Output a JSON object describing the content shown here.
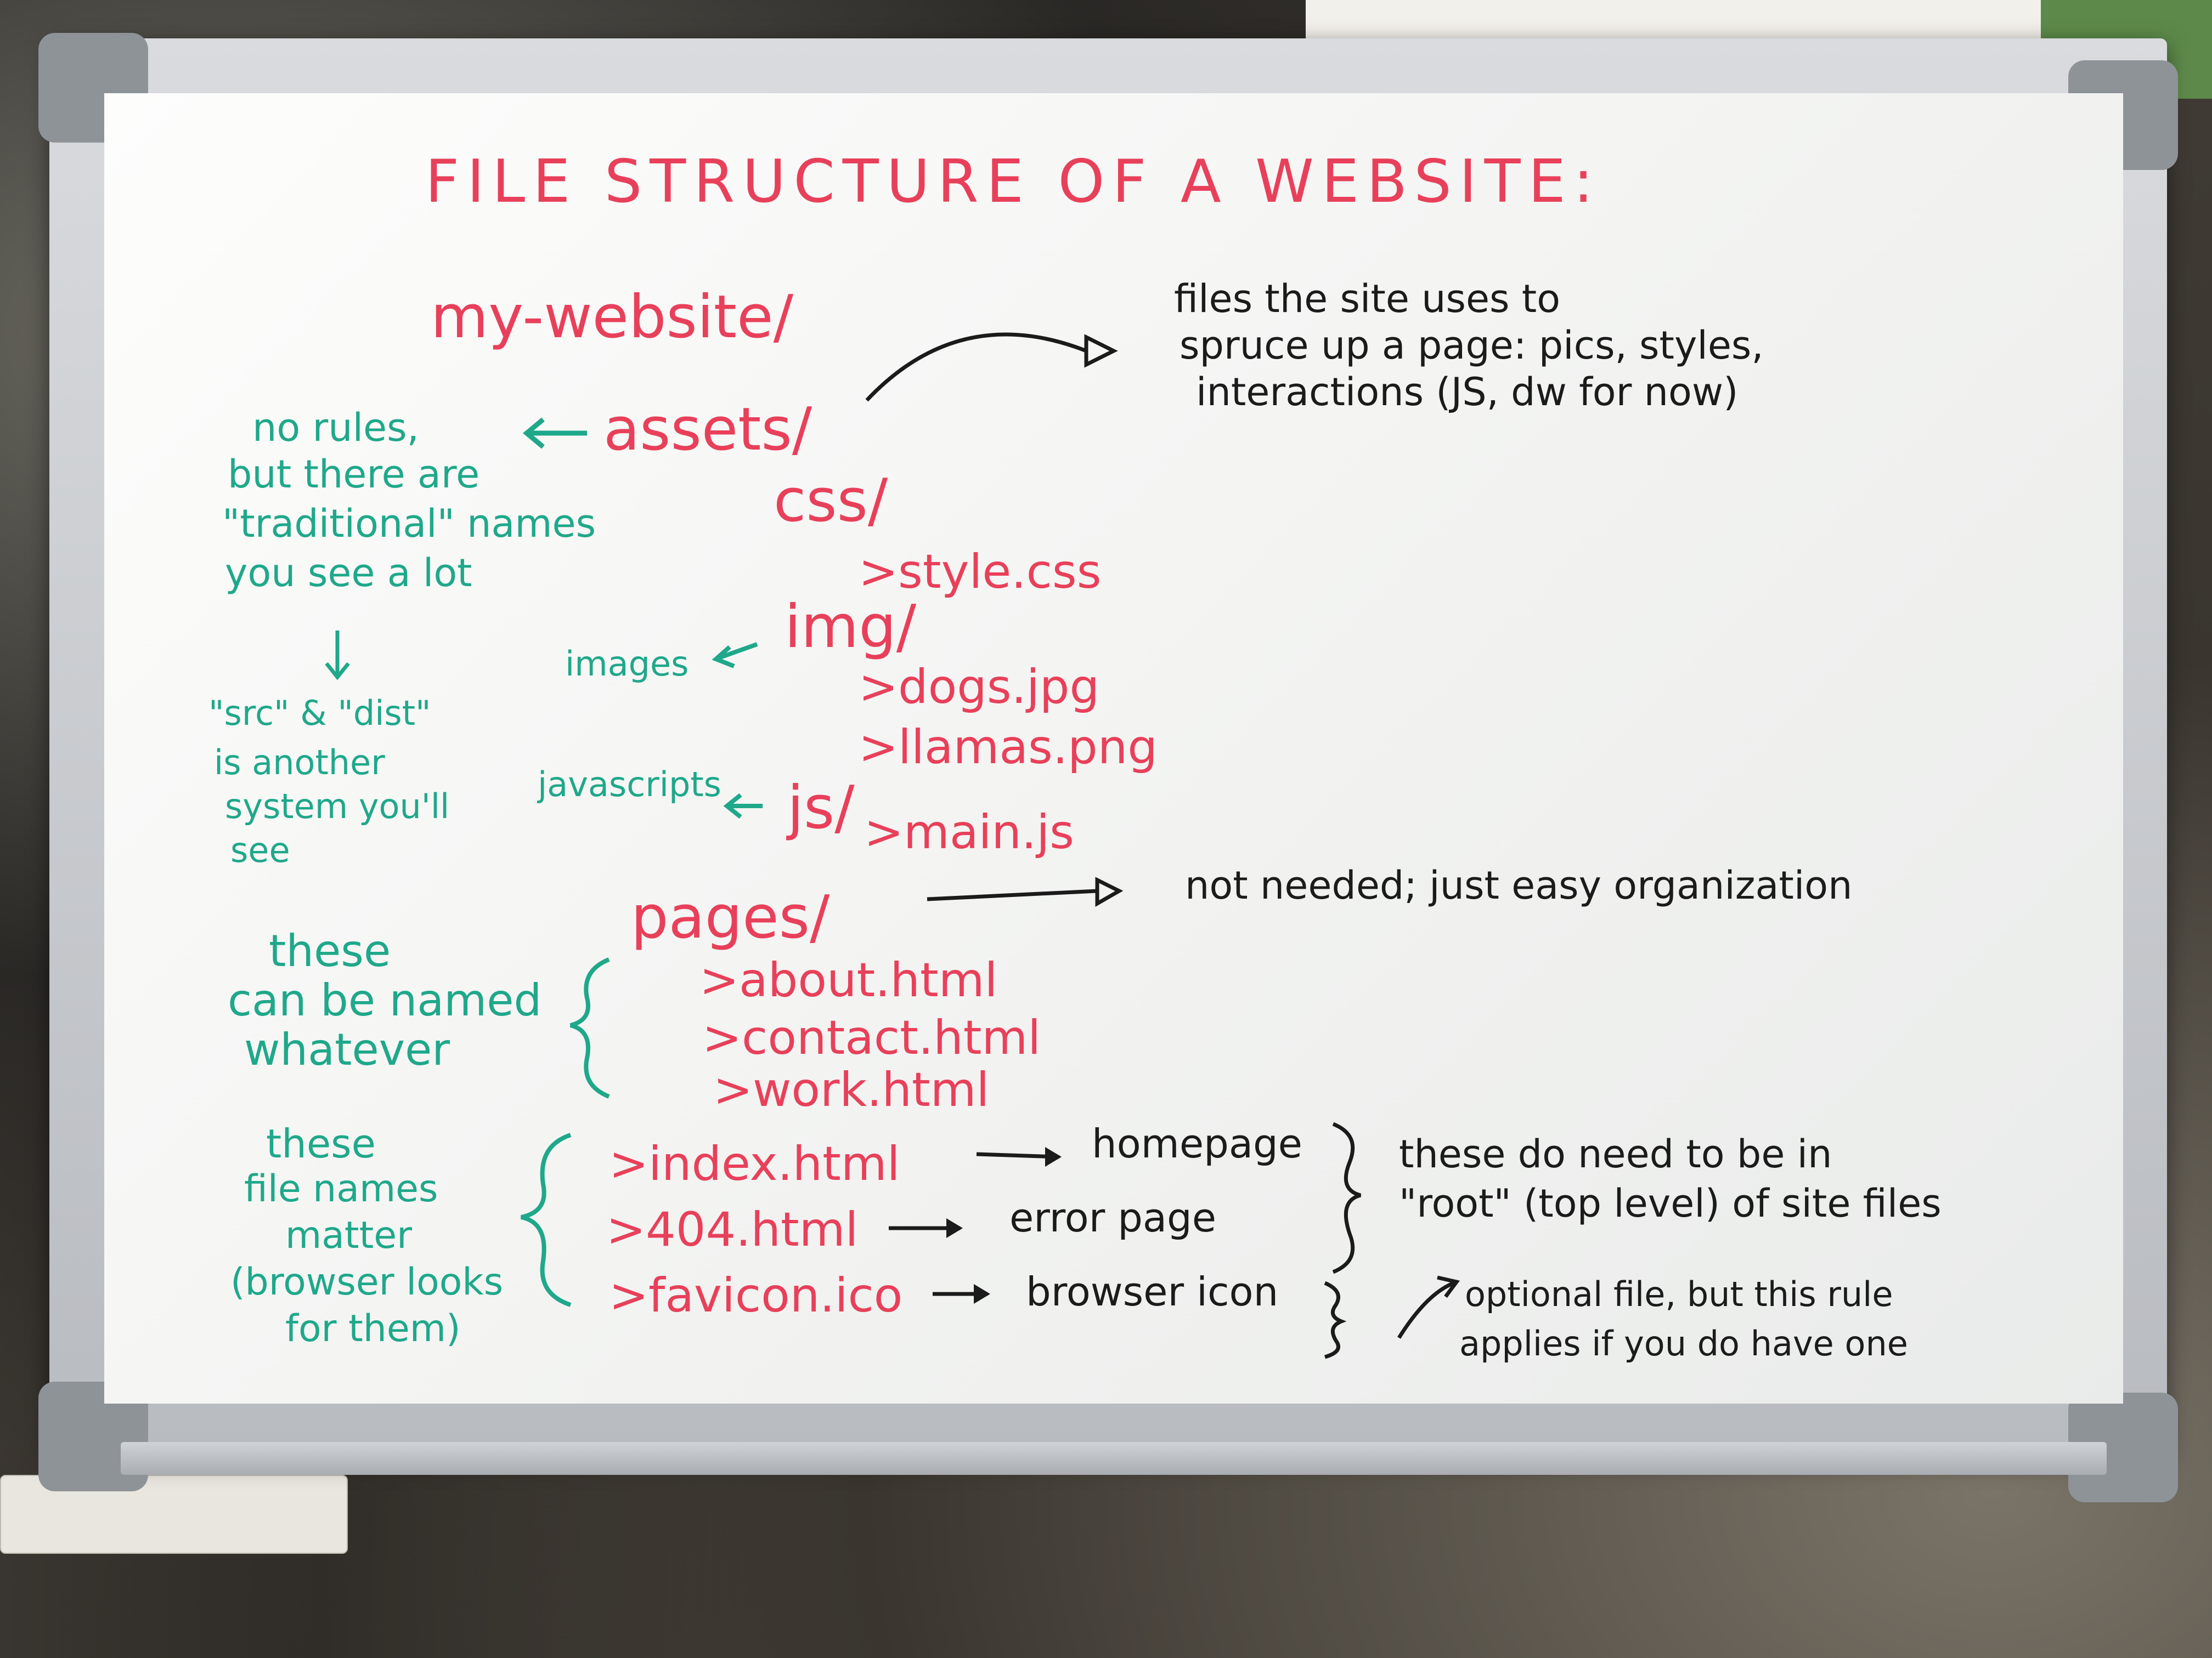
{
  "title": "FILE STRUCTURE OF A WEBSITE:",
  "tree": {
    "root": "my-website/",
    "assets": "assets/",
    "css": "css/",
    "style_css": ">style.css",
    "img": "img/",
    "dogs": ">dogs.jpg",
    "llamas": ">llamas.png",
    "js": "js/",
    "main_js": ">main.js",
    "pages": "pages/",
    "about": ">about.html",
    "contact": ">contact.html",
    "work": ">work.html",
    "index": ">index.html",
    "notfound": ">404.html",
    "favicon": ">favicon.ico"
  },
  "notes_black": {
    "assets_1": "files the site uses to",
    "assets_2": "spruce up a page: pics, styles,",
    "assets_3": "interactions (JS, dw for now)",
    "pages": "not needed; just easy organization",
    "homepage": "homepage",
    "error_page": "error page",
    "browser_icon": "browser icon",
    "root_1": "these do need to be in",
    "root_2": "\"root\" (top level) of site files",
    "optional_1": "optional file, but this rule",
    "optional_2": "applies if you do have one"
  },
  "notes_green": {
    "rules_1": "no rules,",
    "rules_2": "but there are",
    "rules_3": "\"traditional\" names",
    "rules_4": "you see a lot",
    "src_1": "\"src\" & \"dist\"",
    "src_2": "is another",
    "src_3": "system you'll",
    "src_4": "see",
    "images": "images",
    "javascripts": "javascripts",
    "named_1": "these",
    "named_2": "can be named",
    "named_3": "whatever",
    "matter_1": "these",
    "matter_2": "file names",
    "matter_3": "matter",
    "matter_4": "(browser looks",
    "matter_5": "for them)"
  },
  "colors": {
    "red_marker": "#e8405a",
    "green_marker": "#1fa88a",
    "black_marker": "#1b1b1b"
  }
}
